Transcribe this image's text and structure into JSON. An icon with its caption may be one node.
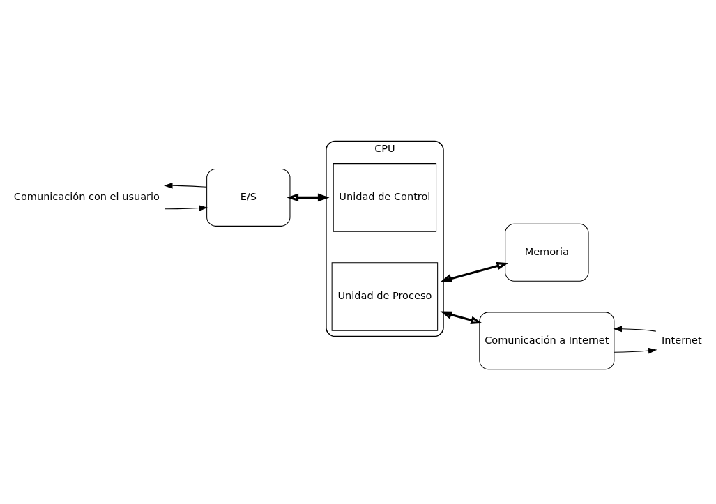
{
  "diagram": {
    "nodes": [
      {
        "text": [
          "Comunicación con el usuario"
        ]
      },
      {
        "text": [
          "E/S"
        ]
      },
      {
        "text": [
          "CPU"
        ]
      },
      {
        "text": [
          "Unidad de Control"
        ],
        "in": 2
      },
      {
        "text": [
          "Unidad de Proceso"
        ],
        "in": 2
      },
      {
        "text": [
          "Memoria"
        ]
      },
      {
        "text": [
          "Comunicación a Internet"
        ]
      },
      {
        "text": [
          "Internet"
        ]
      }
    ],
    "edges": [
      {
        "from": 1,
        "to": 0,
        "arrow": "to"
      },
      {
        "from": 0,
        "to": 1,
        "arrow": "to"
      },
      {
        "from": 1,
        "to": 2,
        "arrow": "both",
        "style": "thick"
      },
      {
        "from": 2,
        "to": 5,
        "arrow": "both",
        "style": "thick"
      },
      {
        "from": 2,
        "to": 6,
        "arrow": "both",
        "style": "thick"
      },
      {
        "from": 6,
        "to": 7,
        "arrow": "to"
      },
      {
        "from": 7,
        "to": 6,
        "arrow": "to"
      }
    ]
  }
}
